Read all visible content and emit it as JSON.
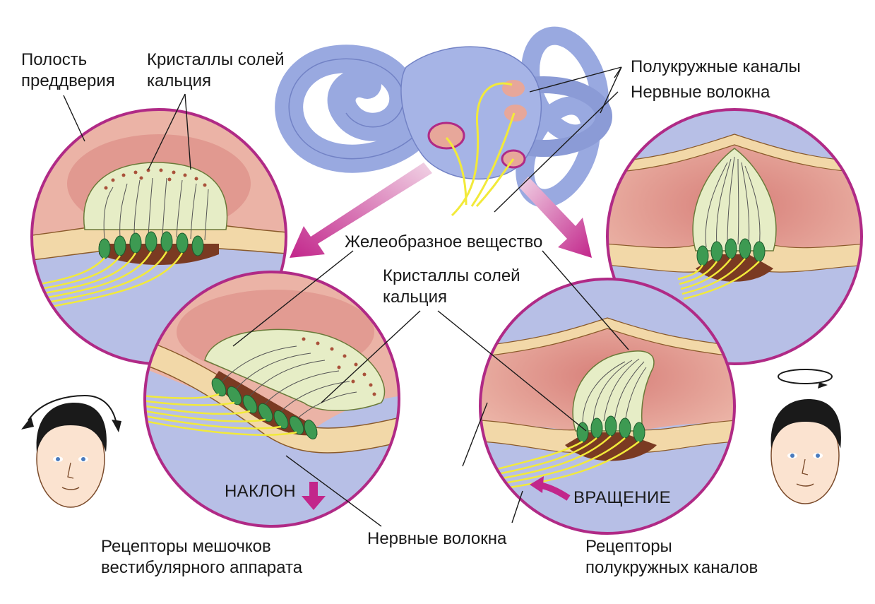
{
  "labels": {
    "vestibule_cavity": [
      "Полость",
      "преддверия"
    ],
    "calcium_crystals_top": [
      "Кристаллы солей",
      "кальция"
    ],
    "semicircular_canals": "Полукружные каналы",
    "nerve_fibers_top": "Нервные волокна",
    "gelatinous_substance": "Желеобразное вещество",
    "calcium_crystals_mid": [
      "Кристаллы солей",
      "кальция"
    ],
    "nerve_fibers_bottom": "Нервные волокна",
    "tilt": "НАКЛОН",
    "rotation": "ВРАЩЕНИЕ",
    "saccule_receptors": [
      "Рецепторы мешочков",
      "вестибулярного аппарата"
    ],
    "canal_receptors": [
      "Рецепторы",
      "полукружных каналов"
    ]
  },
  "colors": {
    "endolymph": "#b7bfe6",
    "outline_ring": "#b02a86",
    "cavity_pink": "#e7a79a",
    "cavity_deep": "#d77f79",
    "gel": "#e6edc6",
    "receptor_green": "#3d9a52",
    "epithelium": "#f2d8a8",
    "nerve_yellow": "#f2ea3a",
    "labyrinth": "#99a9e0",
    "arrow_magenta": "#c2268b"
  }
}
